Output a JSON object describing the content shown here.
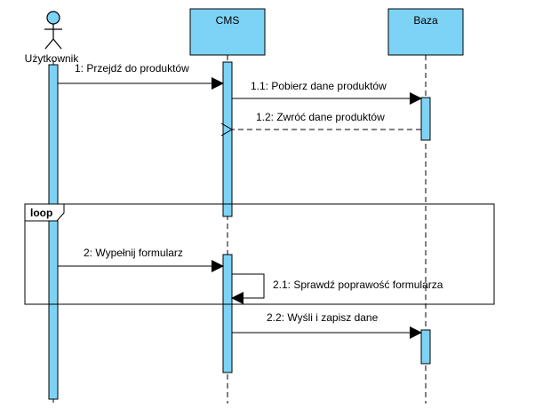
{
  "colors": {
    "fill": "#7dd3f5",
    "stroke": "#000000",
    "background": "#ffffff"
  },
  "lifelines": {
    "user": {
      "name": "Użytkownik",
      "shape": "actor-stick-figure"
    },
    "cms": {
      "name": "CMS"
    },
    "db": {
      "name": "Baza"
    }
  },
  "fragment": {
    "operator": "loop"
  },
  "messages": [
    {
      "num": "1",
      "text": "1: Przejdź do produktów",
      "from": "Użytkownik",
      "to": "CMS",
      "kind": "sync"
    },
    {
      "num": "1.1",
      "text": "1.1: Pobierz dane produktów",
      "from": "CMS",
      "to": "Baza",
      "kind": "sync"
    },
    {
      "num": "1.2",
      "text": "1.2: Zwróć dane produktów",
      "from": "Baza",
      "to": "CMS",
      "kind": "return"
    },
    {
      "num": "2",
      "text": "2: Wypełnij formularz",
      "from": "Użytkownik",
      "to": "CMS",
      "kind": "sync"
    },
    {
      "num": "2.1",
      "text": "2.1: Sprawdź poprawość formularza",
      "from": "CMS",
      "to": "CMS",
      "kind": "self"
    },
    {
      "num": "2.2",
      "text": "2.2: Wyśli i zapisz dane",
      "from": "CMS",
      "to": "Baza",
      "kind": "sync"
    }
  ]
}
